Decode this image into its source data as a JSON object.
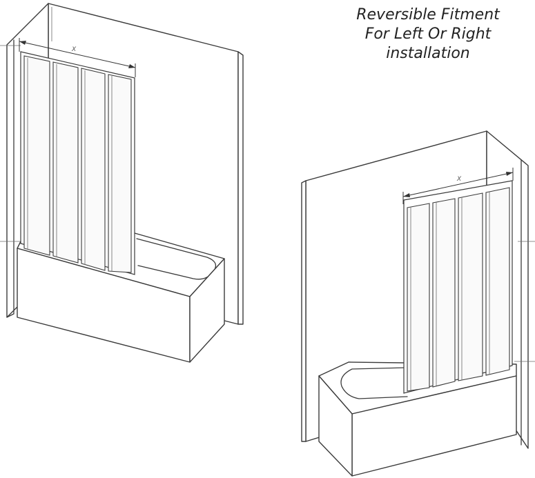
{
  "caption": {
    "line1": "Reversible Fitment",
    "line2": "For Left Or Right",
    "line3": "installation"
  },
  "figures": {
    "left": {
      "dimension_label": "X",
      "panel_count": 4
    },
    "right": {
      "dimension_label": "X",
      "panel_count": 4
    }
  }
}
